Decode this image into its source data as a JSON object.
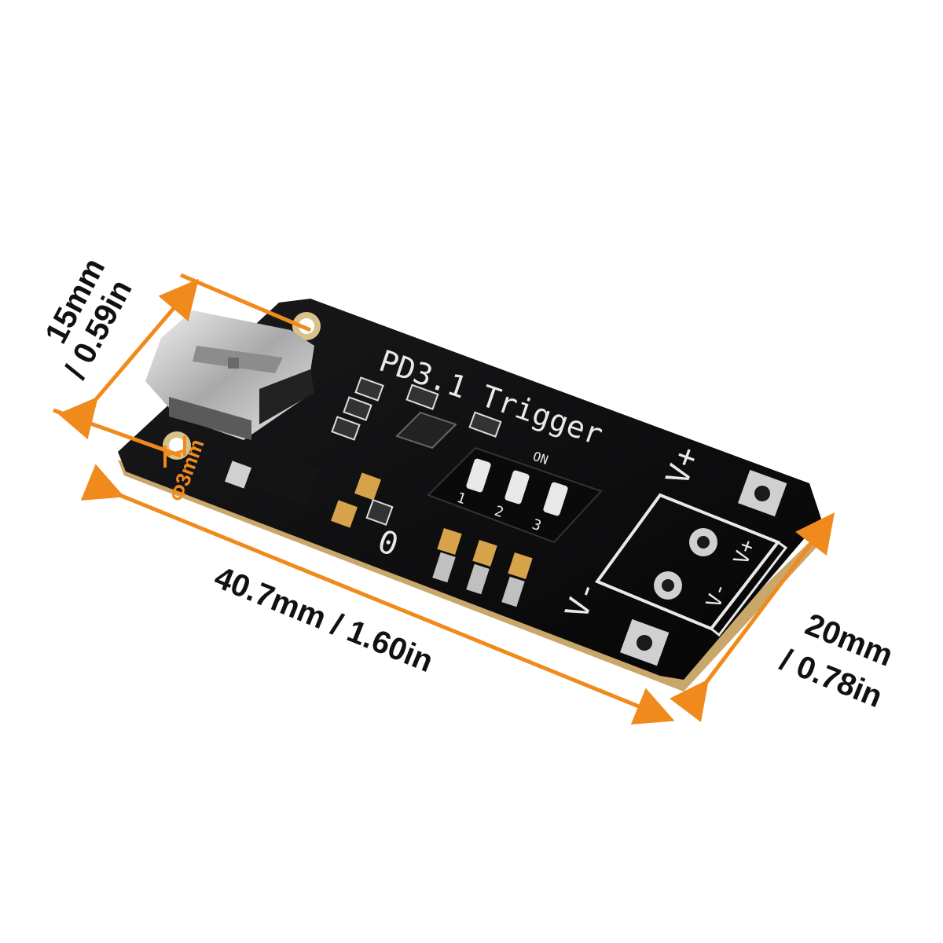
{
  "board": {
    "silkscreen_title": "PD3.1 Trigger",
    "dip_switch_label": "ON",
    "dip_switch_numbers": [
      "1",
      "2",
      "3"
    ],
    "terminal_plus": "V+",
    "terminal_minus": "V-",
    "terminal_box_plus": "V+",
    "terminal_box_minus": "V-",
    "zero_mark": "0",
    "colors": {
      "pcb": "#0b0b0c",
      "pcb_edge": "#c9a76a",
      "silk": "#e9e9e9",
      "pad": "#c8c8c8",
      "gold": "#d6a24a",
      "dimension": "#f08a1c"
    }
  },
  "dimensions": {
    "height_mm": "15mm",
    "height_in": "/ 0.59in",
    "hole": "Φ3mm",
    "length": "40.7mm / 1.60in",
    "width_mm": "20mm",
    "width_in": "/ 0.78in"
  }
}
